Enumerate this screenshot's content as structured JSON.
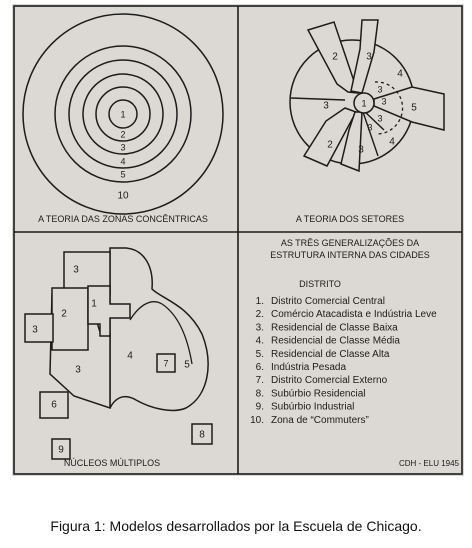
{
  "concentric": {
    "caption": "A TEORIA DAS ZONAS CONCÊNTRICAS",
    "zones": [
      "1",
      "2",
      "3",
      "4",
      "5",
      "10"
    ]
  },
  "sectors": {
    "caption": "A TEORIA DOS SETORES",
    "labels": [
      "1",
      "2",
      "3",
      "4",
      "5",
      "3",
      "3",
      "3",
      "4",
      "3",
      "2",
      "3",
      "3"
    ]
  },
  "nuclei": {
    "caption": "NÚCLEOS MÚLTIPLOS",
    "labels": [
      "3",
      "1",
      "2",
      "3",
      "3",
      "4",
      "7",
      "5",
      "6",
      "8",
      "9"
    ]
  },
  "legend": {
    "title_line1": "AS TRÊS GENERALIZAÇÕES DA",
    "title_line2": "ESTRUTURA INTERNA DAS CIDADES",
    "subtitle": "DISTRITO",
    "items": [
      {
        "num": "1.",
        "text": "Distrito Comercial Central"
      },
      {
        "num": "2.",
        "text": "Comércio Atacadista e Indústria Leve"
      },
      {
        "num": "3.",
        "text": "Residencial de Classe Baixa"
      },
      {
        "num": "4.",
        "text": "Residencial de Classe Média"
      },
      {
        "num": "5.",
        "text": "Residencial de Classe Alta"
      },
      {
        "num": "6.",
        "text": "Indústria Pesada"
      },
      {
        "num": "7.",
        "text": "Distrito Comercial Externo"
      },
      {
        "num": "8.",
        "text": "Subúrbio Residencial"
      },
      {
        "num": "9.",
        "text": "Subúrbio Industrial"
      },
      {
        "num": "10.",
        "text": "Zona de “Commuters”"
      }
    ],
    "credit": "CDH - ELU 1945"
  },
  "figure_caption": "Figura 1: Modelos desarrollados por la Escuela de Chicago."
}
